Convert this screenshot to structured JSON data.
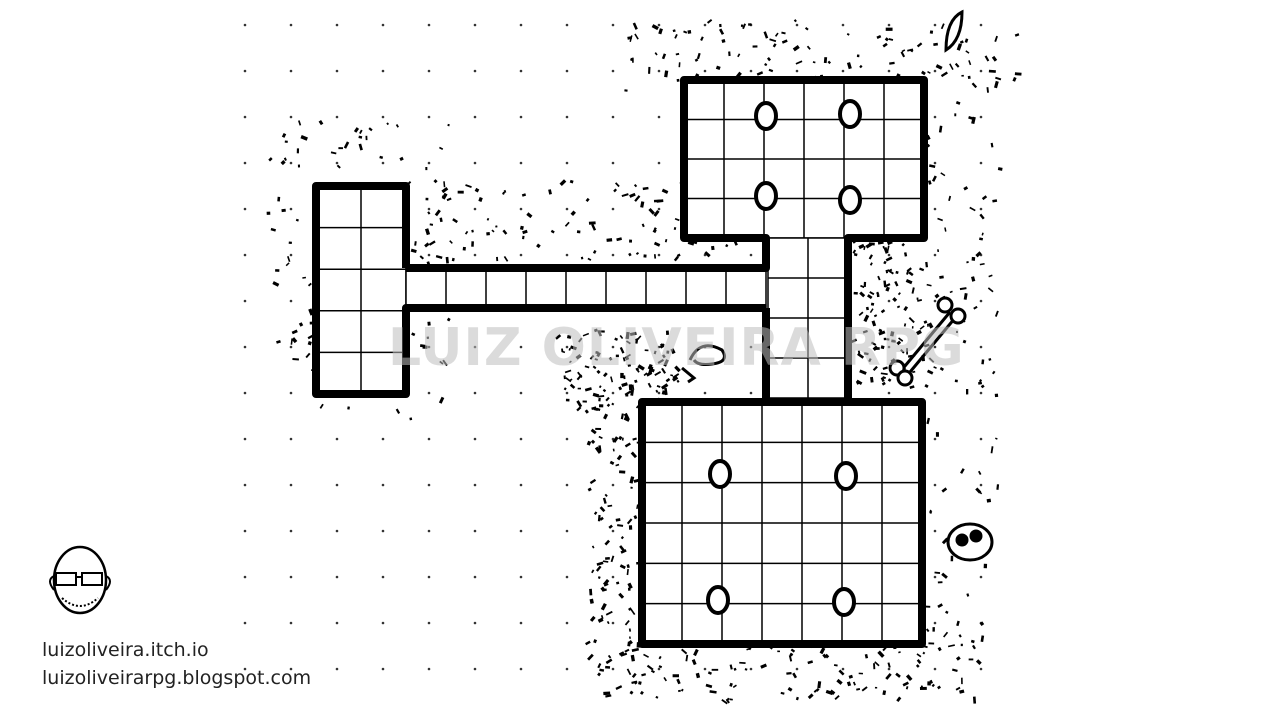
{
  "watermark": "LUIZ OLIVEIRA RPG",
  "credits": {
    "line1": "luizoliveira.itch.io",
    "line2": "luizoliveirarpg.blogspot.com"
  },
  "colors": {
    "ink": "#000000",
    "paper": "#ffffff",
    "watermark": "#bebebe"
  }
}
